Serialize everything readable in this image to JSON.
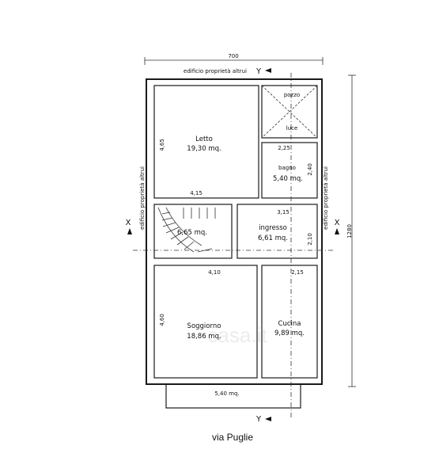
{
  "plan": {
    "top_neighbor": "edificio proprietà altrui",
    "side_neighbor_upper": "edificio proprietà altrui",
    "side_neighbor_lower": "edificio proprietà altrui",
    "street": "via Puglie",
    "watermark": "casa.it",
    "dimensions": {
      "overall_width": "700",
      "overall_height": "1280",
      "letto_height": "4,65",
      "letto_width": "4,15",
      "pozzo_width": "2,25",
      "bagno_height": "2,40",
      "ingresso_width": "3,15",
      "ingresso_height": "2,10",
      "soggiorno_width": "4,10",
      "cucina_width": "2,15",
      "soggiorno_height": "4,60",
      "balcony_width": "5,40 mq."
    },
    "rooms": {
      "letto": {
        "name": "Letto",
        "area": "19,30 mq."
      },
      "pozzo": {
        "name_top": "pozzo",
        "name_bottom": "luce"
      },
      "bagno": {
        "name": "bagno",
        "area": "5,40 mq."
      },
      "scala": {
        "area": "6,65 mq."
      },
      "ingresso": {
        "name": "ingresso",
        "area": "6,61 mq."
      },
      "soggiorno": {
        "name": "Soggiorno",
        "area": "18,86 mq."
      },
      "cucina": {
        "name": "Cucina",
        "area": "9,89 mq."
      }
    },
    "axes": {
      "vertical_top": "Y",
      "vertical_bottom": "Y",
      "horizontal_left": "X",
      "horizontal_right": "X"
    }
  }
}
